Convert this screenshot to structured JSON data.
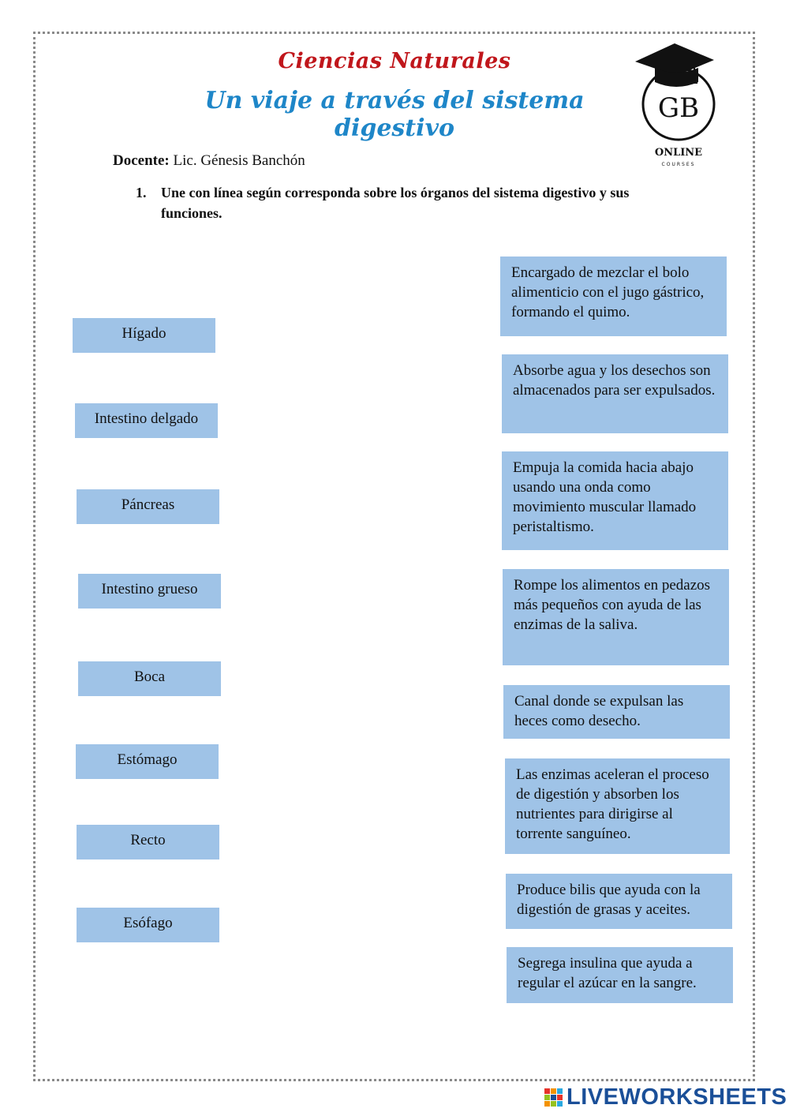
{
  "header": {
    "subject": "Ciencias Naturales",
    "title": "Un viaje a través del sistema digestivo",
    "logo": {
      "letters": "GB",
      "line1": "ONLINE",
      "line2": "COURSES"
    }
  },
  "teacher": {
    "label": "Docente:",
    "name": "Lic. Génesis Banchón"
  },
  "instruction": {
    "number": "1.",
    "text": "Une con línea según corresponda sobre los órganos del sistema digestivo y sus funciones."
  },
  "organs": [
    "Hígado",
    "Intestino delgado",
    "Páncreas",
    "Intestino grueso",
    "Boca",
    "Estómago",
    "Recto",
    "Esófago"
  ],
  "functions": [
    "Encargado de mezclar el bolo alimenticio con el jugo gástrico, formando el quimo.",
    "Absorbe agua y los desechos son almacenados para ser expulsados.",
    "Empuja la comida hacia abajo usando una onda como movimiento muscular llamado peristaltismo.",
    "Rompe los alimentos en pedazos más pequeños con ayuda de las enzimas de la saliva.",
    "Canal donde se expulsan las heces como desecho.",
    "Las enzimas aceleran el proceso de digestión y absorben los nutrientes para dirigirse al torrente sanguíneo.",
    "Produce bilis que ayuda con la digestión de grasas y aceites.",
    "Segrega insulina que ayuda a regular el azúcar en la sangre."
  ],
  "footer": {
    "brand": "LIVEWORKSHEETS",
    "icon": "liveworksheets-logo-icon"
  },
  "colors": {
    "subject": "#c0161b",
    "title": "#1e86c8",
    "box": "#9fc3e7",
    "brand": "#1a4f98"
  }
}
